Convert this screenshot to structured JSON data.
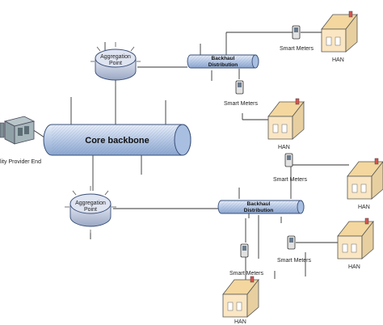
{
  "diagram": {
    "core_label": "Core backbone",
    "aggregation_top": {
      "line1": "Aggregation",
      "line2": "Point"
    },
    "aggregation_bottom": {
      "line1": "Aggregation",
      "line2": "Point"
    },
    "backhaul_top": {
      "line1": "Backhaul",
      "line2": "Distribution"
    },
    "backhaul_bottom": {
      "line1": "Backhaul",
      "line2": "Distribution"
    },
    "utility_label": "lity Provider End",
    "smart_meters": [
      {
        "label": "Smart Meters"
      },
      {
        "label": "Smart Meters"
      },
      {
        "label": "Smart Meters"
      },
      {
        "label": "Smart Meters"
      },
      {
        "label": "Smart Meters"
      }
    ],
    "han": [
      {
        "label": "HAN"
      },
      {
        "label": "HAN"
      },
      {
        "label": "HAN"
      },
      {
        "label": "HAN"
      },
      {
        "label": "HAN"
      }
    ]
  },
  "colors": {
    "pipe_fill": "#b9cbe6",
    "pipe_end": "#8faed8",
    "router_fill": "#c9d1e6",
    "house_fill": "#f7e3b8",
    "roof_fill": "#f1d8a0",
    "chimney": "#d9534f",
    "meter_fill": "#e5e5e5"
  }
}
